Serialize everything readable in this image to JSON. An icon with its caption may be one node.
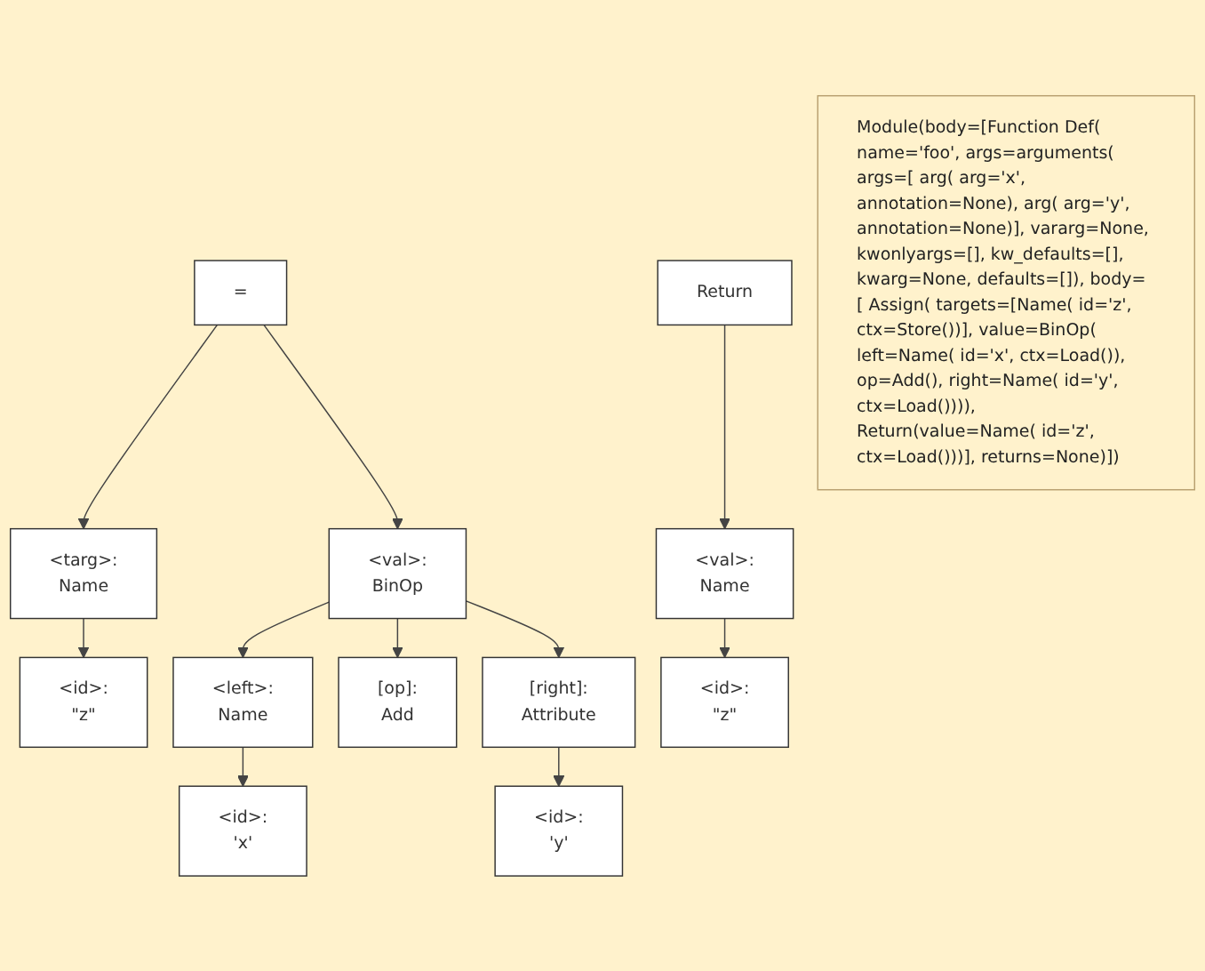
{
  "diagram": {
    "nodes": [
      {
        "text": [
          "Module(body=[Function Def( name='foo', args=arguments( args=[ arg( arg='x', annotation=None), arg( arg='y', annotation=None)], vararg=None, kwonlyargs=[], kw_defaults=[], kwarg=None, defaults=[]), body=[ Assign( targets=[Name( id='z', ctx=Store())], value=BinOp( left=Name( id='x', ctx=Load()), op=Add(), right=Name( id='y', ctx=Load()))), Return(value=Name( id='z', ctx=Load()))], returns=None)])"
        ]
      },
      {
        "text": [
          "="
        ]
      },
      {
        "text": [
          "<targ>:",
          "Name"
        ]
      },
      {
        "text": [
          "<val>:",
          "BinOp"
        ]
      },
      {
        "text": [
          "<id>:",
          "\"z\""
        ]
      },
      {
        "text": [
          "<left>:",
          "Name"
        ]
      },
      {
        "text": [
          "[op]:",
          "Add"
        ]
      },
      {
        "text": [
          "[right]:",
          "Attribute"
        ]
      },
      {
        "text": [
          "<id>:",
          "'x'"
        ]
      },
      {
        "text": [
          "<id>:",
          "'y'"
        ]
      },
      {
        "text": [
          "Return"
        ]
      },
      {
        "text": [
          "<val>:",
          "Name"
        ]
      },
      {
        "text": [
          "<id>:",
          "\"z\""
        ]
      }
    ],
    "edges": [
      {
        "from": 1,
        "to": 2,
        "arrow": "to"
      },
      {
        "from": 1,
        "to": 3,
        "arrow": "to"
      },
      {
        "from": 2,
        "to": 4,
        "arrow": "to"
      },
      {
        "from": 3,
        "to": 5,
        "arrow": "to"
      },
      {
        "from": 3,
        "to": 6,
        "arrow": "to"
      },
      {
        "from": 3,
        "to": 7,
        "arrow": "to"
      },
      {
        "from": 5,
        "to": 8,
        "arrow": "to"
      },
      {
        "from": 7,
        "to": 9,
        "arrow": "to"
      },
      {
        "from": 10,
        "to": 11,
        "arrow": "to"
      },
      {
        "from": 11,
        "to": 12,
        "arrow": "to"
      }
    ]
  }
}
